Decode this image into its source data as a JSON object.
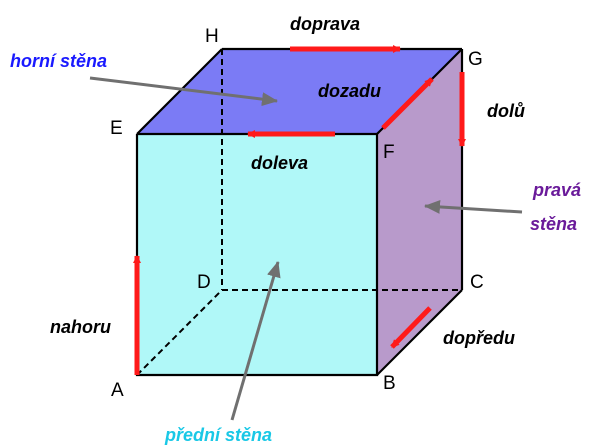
{
  "vertices": {
    "A": "A",
    "B": "B",
    "C": "C",
    "D": "D",
    "E": "E",
    "F": "F",
    "G": "G",
    "H": "H"
  },
  "directions": {
    "right": "doprava",
    "back": "dozadu",
    "down": "dolů",
    "left": "doleva",
    "up": "nahoru",
    "forward": "dopředu"
  },
  "faces": {
    "top": "horní stěna",
    "right_line1": "pravá",
    "right_line2": "stěna",
    "front": "přední stěna"
  },
  "colors": {
    "top_face": "#7b7bf5",
    "front_face": "#b0f8f8",
    "right_face": "#b89acb",
    "arrow": "#ff1a1a",
    "pointer": "#707070",
    "top_label": "#1a1aff",
    "right_label": "#6a1a9a",
    "front_label": "#19c8e6"
  }
}
